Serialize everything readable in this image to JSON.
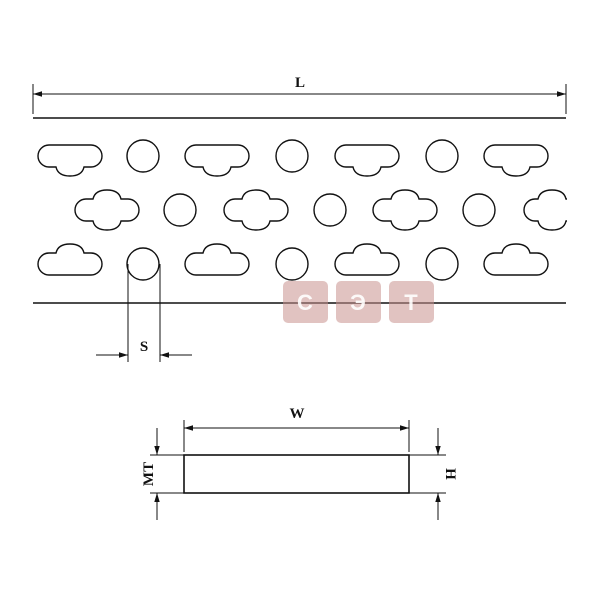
{
  "drawing": {
    "length_label": "L",
    "spacing_label": "S",
    "width_label": "W",
    "metal_thickness_label": "MT",
    "height_label": "H"
  },
  "watermark": {
    "letters": [
      "С",
      "Э",
      "Т"
    ]
  }
}
